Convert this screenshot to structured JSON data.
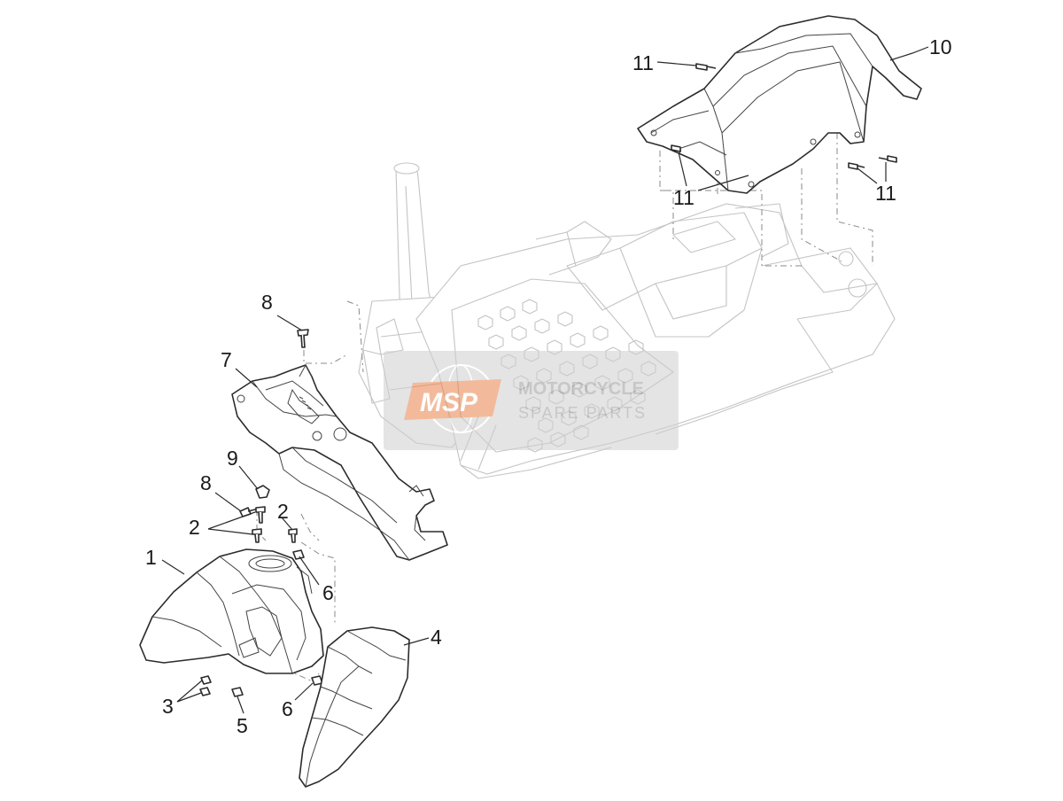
{
  "diagram": {
    "callouts": [
      {
        "id": "c1",
        "label": "1"
      },
      {
        "id": "c2a",
        "label": "2"
      },
      {
        "id": "c2b",
        "label": "2"
      },
      {
        "id": "c3",
        "label": "3"
      },
      {
        "id": "c4",
        "label": "4"
      },
      {
        "id": "c5",
        "label": "5"
      },
      {
        "id": "c6a",
        "label": "6"
      },
      {
        "id": "c6b",
        "label": "6"
      },
      {
        "id": "c7",
        "label": "7"
      },
      {
        "id": "c8a",
        "label": "8"
      },
      {
        "id": "c8b",
        "label": "8"
      },
      {
        "id": "c9",
        "label": "9"
      },
      {
        "id": "c10",
        "label": "10"
      },
      {
        "id": "c11a",
        "label": "11"
      },
      {
        "id": "c11b",
        "label": "11"
      },
      {
        "id": "c11c",
        "label": "11"
      }
    ]
  },
  "watermark": {
    "logo": "MSP",
    "line1": "MOTORCYCLE",
    "line2": "SPARE PARTS",
    "color": "#e8834a"
  }
}
